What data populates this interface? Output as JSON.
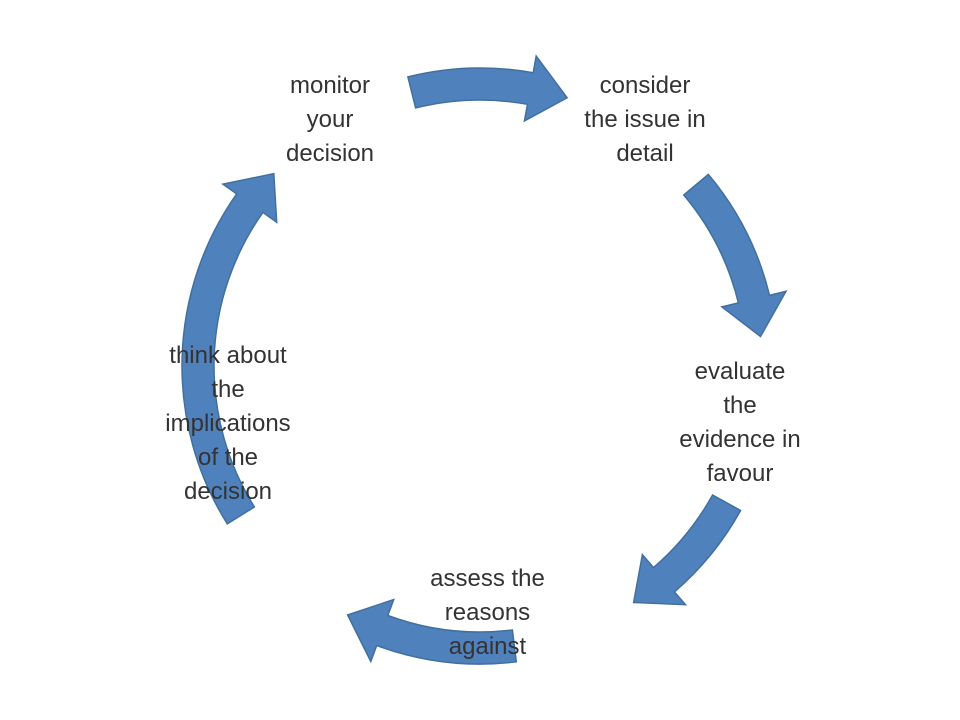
{
  "diagram": {
    "accent_color": "#4f81bd",
    "arrow_outline_color": "#41709e",
    "text_color": "#333333",
    "nodes": [
      {
        "id": "consider",
        "label": "consider\nthe issue in\ndetail"
      },
      {
        "id": "evaluate",
        "label": "evaluate\nthe\nevidence in\nfavour"
      },
      {
        "id": "assess",
        "label": "assess the\nreasons\nagainst"
      },
      {
        "id": "think",
        "label": "think about\nthe\nimplications\nof the\ndecision"
      },
      {
        "id": "monitor",
        "label": "monitor\nyour\ndecision"
      }
    ],
    "edges": [
      {
        "from": "monitor",
        "to": "consider",
        "icon": "curved-arrow-icon"
      },
      {
        "from": "consider",
        "to": "evaluate",
        "icon": "curved-arrow-icon"
      },
      {
        "from": "evaluate",
        "to": "assess",
        "icon": "curved-arrow-icon"
      },
      {
        "from": "assess",
        "to": "think",
        "icon": "curved-arrow-icon"
      },
      {
        "from": "think",
        "to": "monitor",
        "icon": "curved-arrow-icon"
      }
    ]
  }
}
